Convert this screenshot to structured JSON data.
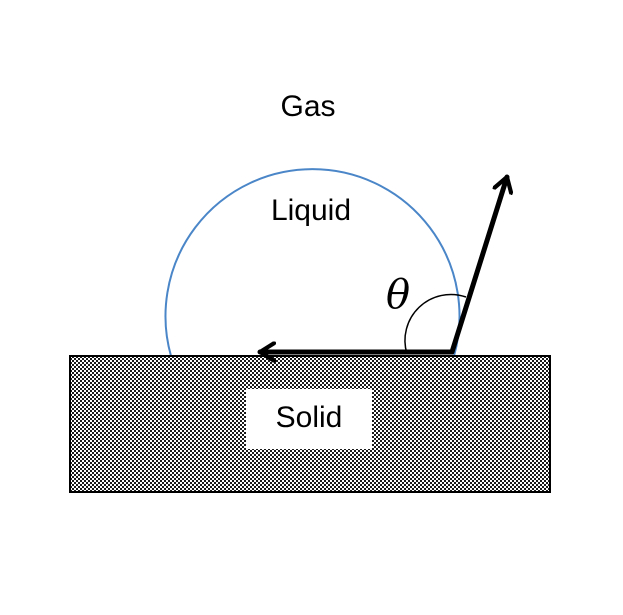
{
  "diagram": {
    "labels": {
      "gas": "Gas",
      "liquid": "Liquid",
      "solid": "Solid",
      "angle": "θ"
    },
    "colors": {
      "droplet_outline": "#4a86c8",
      "arrow": "#000000",
      "solid_border": "#000000",
      "solid_pattern_dark": "#1a1a1a",
      "solid_pattern_light": "#ffffff",
      "label_box": "#ffffff"
    }
  }
}
